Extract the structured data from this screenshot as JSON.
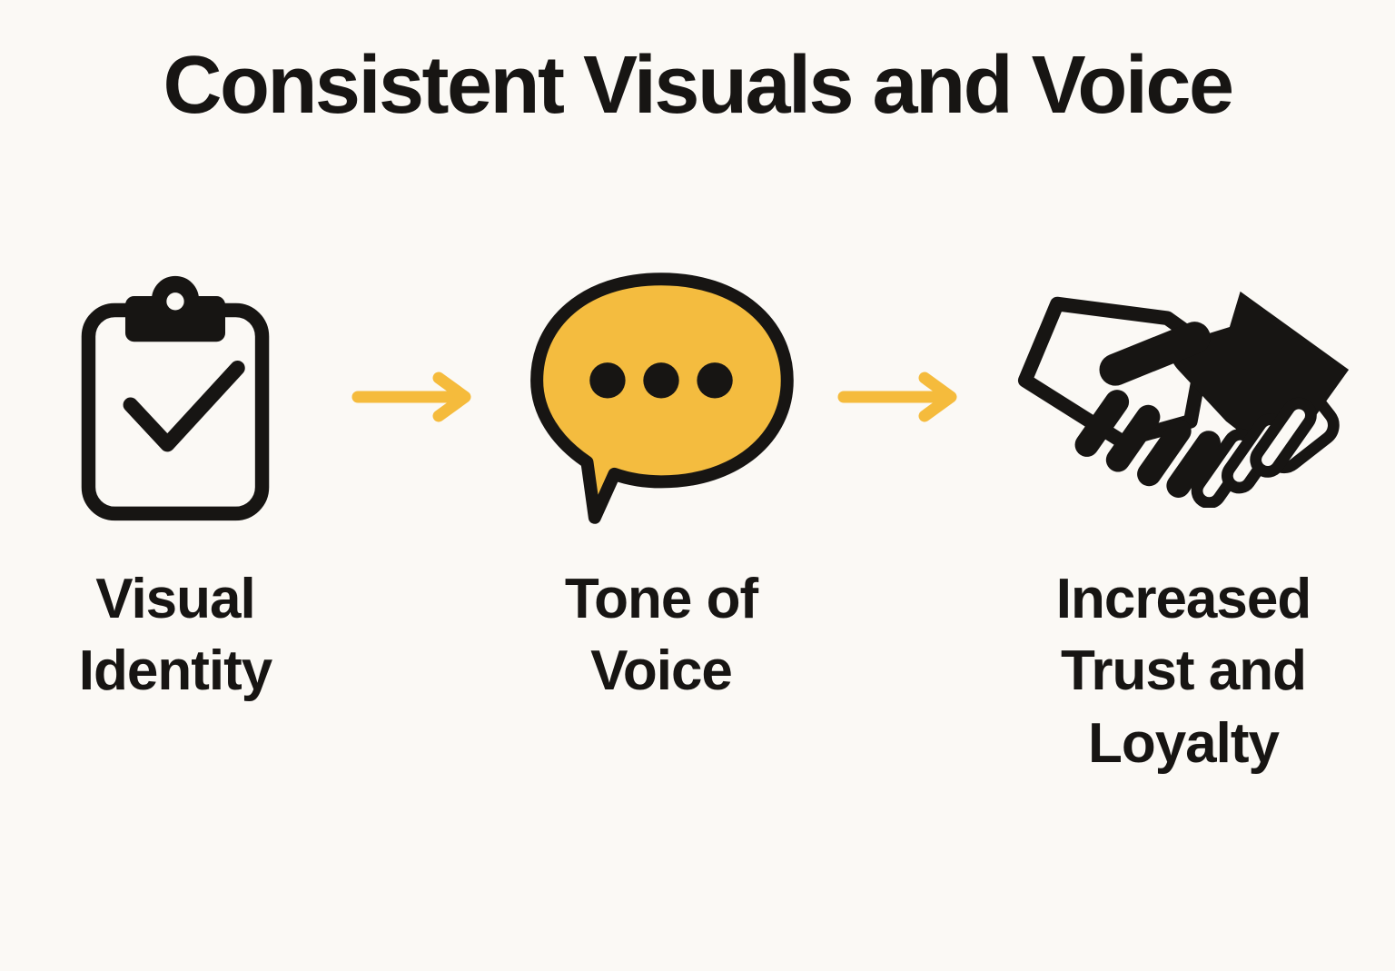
{
  "title": "Consistent Visuals and Voice",
  "colors": {
    "background": "#FBF9F5",
    "ink": "#171513",
    "accent": "#F5BB3C",
    "bubble": "#F4BC3F"
  },
  "flow": {
    "connector_icon": "arrow-right-icon",
    "steps": [
      {
        "id": "visual-identity",
        "icon": "clipboard-check-icon",
        "label": "Visual\nIdentity"
      },
      {
        "id": "tone-of-voice",
        "icon": "speech-bubble-icon",
        "label": "Tone of\nVoice"
      },
      {
        "id": "increased-trust-loyalty",
        "icon": "handshake-icon",
        "label": "Increased\nTrust and\nLoyalty"
      }
    ]
  }
}
